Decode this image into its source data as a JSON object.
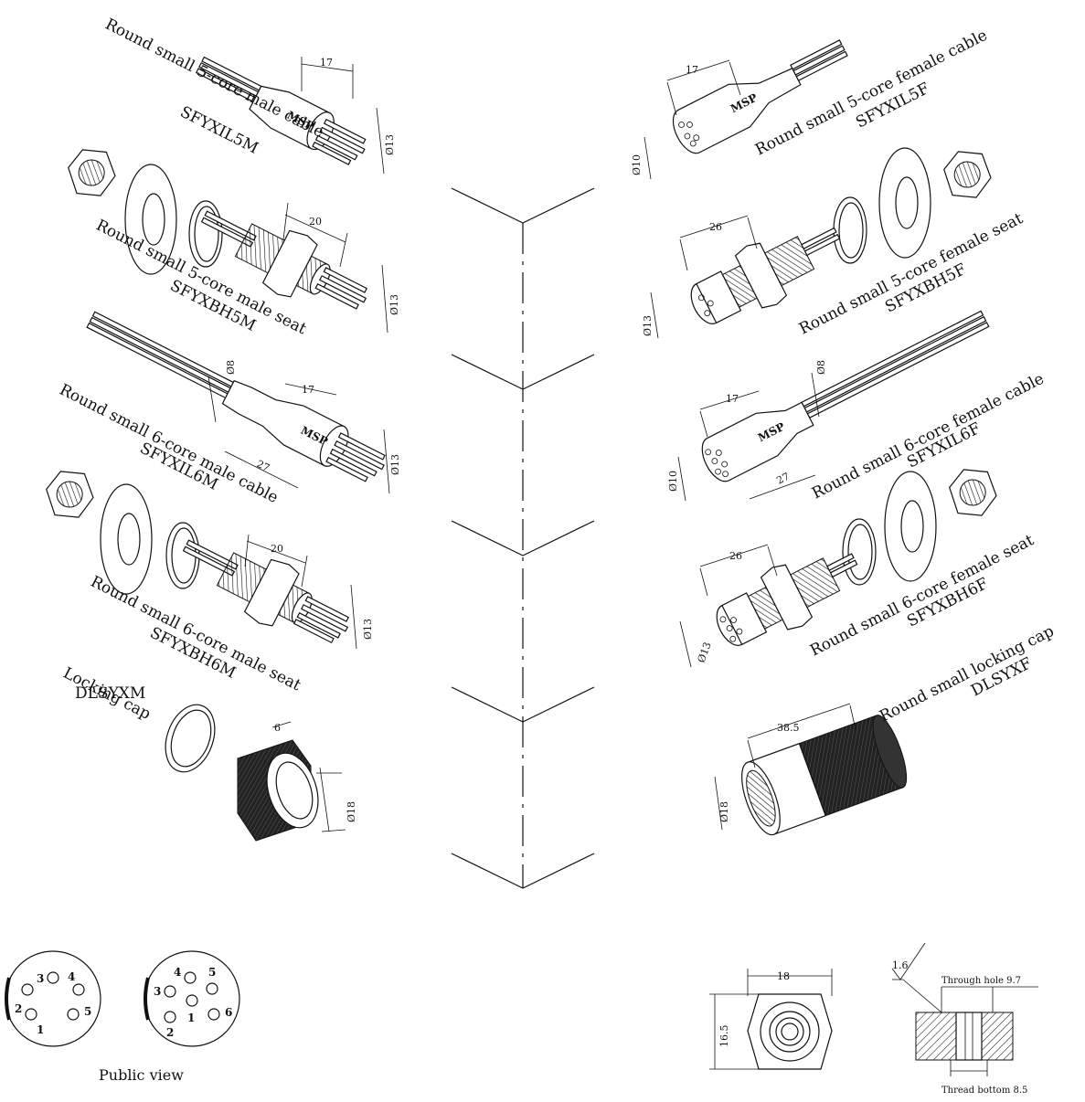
{
  "parts": {
    "m5_cable": {
      "name": "Round small 5-core male cable",
      "code": "SFYXIL5M",
      "dim_len": "17",
      "dim_dia": "Ø13"
    },
    "m5_seat": {
      "name": "Round small 5-core male seat",
      "code": "SFYXBH5M",
      "dim_len": "20",
      "dim_dia": "Ø13"
    },
    "m6_cable": {
      "name": "Round small 6-core male cable",
      "code": "SFYXIL6M",
      "dim_len": "17",
      "dim_len2": "27",
      "dim_wire": "Ø8",
      "dim_dia": "Ø13"
    },
    "m6_seat": {
      "name": "Round small 6-core male seat",
      "code": "SFYXBH6M",
      "dim_len": "20",
      "dim_dia": "Ø13"
    },
    "m_cap": {
      "name": "Locking cap",
      "code": "DLSYXM",
      "dim_len": "6",
      "dim_dia": "Ø18"
    },
    "f5_cable": {
      "name": "Round small 5-core female cable",
      "code": "SFYXIL5F",
      "dim_len": "17",
      "dim_dia": "Ø10"
    },
    "f5_seat": {
      "name": "Round small 5-core female seat",
      "code": "SFYXBH5F",
      "dim_len": "26",
      "dim_dia": "Ø13"
    },
    "f6_cable": {
      "name": "Round small 6-core female cable",
      "code": "SFYXIL6F",
      "dim_len": "17",
      "dim_len2": "27",
      "dim_wire": "Ø8",
      "dim_dia": "Ø10"
    },
    "f6_seat": {
      "name": "Round small 6-core female seat",
      "code": "SFYXBH6F",
      "dim_len": "26",
      "dim_dia": "Ø13"
    },
    "f_cap": {
      "name": "Round small locking cap",
      "code": "DLSYXF",
      "dim_len": "38.5",
      "dim_dia": "Ø18"
    }
  },
  "logo_text": "MSP",
  "pinout": {
    "caption": "Public view",
    "five_pins": [
      "1",
      "2",
      "3",
      "4",
      "5"
    ],
    "six_pins": [
      "1",
      "2",
      "3",
      "4",
      "5",
      "6"
    ]
  },
  "nut_detail": {
    "width": "18",
    "height": "16.5"
  },
  "hole_detail": {
    "roughness": "1.6",
    "through_hole": "Through hole 9.7",
    "thread_bottom": "Thread bottom 8.5"
  }
}
